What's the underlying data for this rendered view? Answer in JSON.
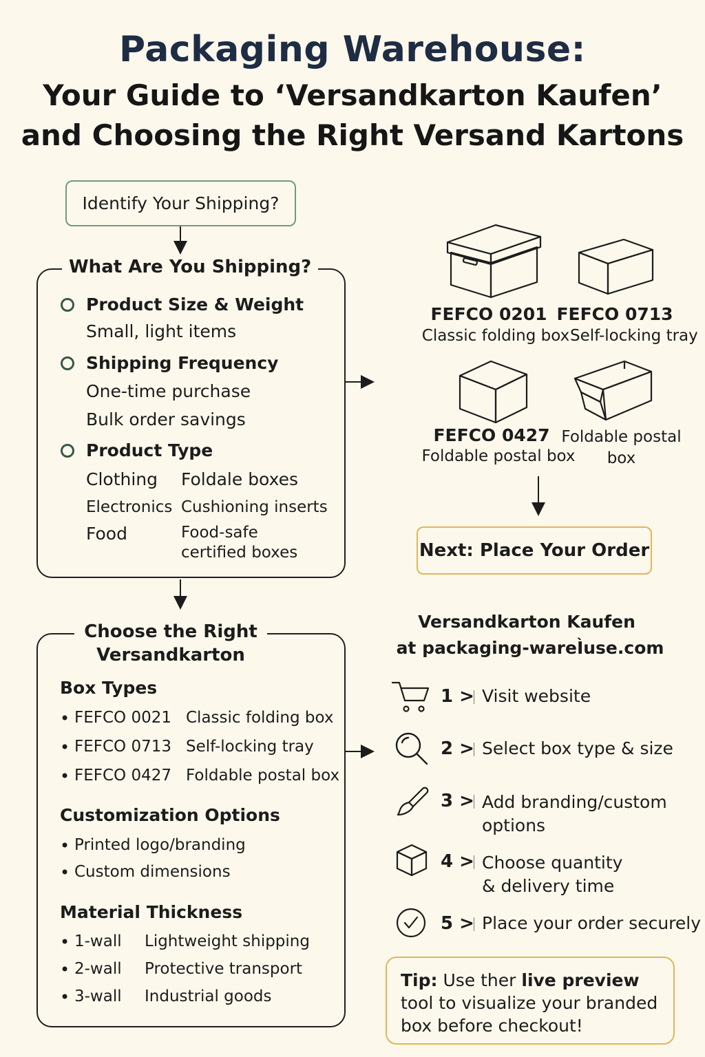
{
  "title": {
    "line1": "Packaging Warehouse:",
    "line2": "Your Guide to ‘Versandkarton Kaufen’",
    "line3": "and Choosing the Right Versand Kartons"
  },
  "start": {
    "label": "Identify Your Shipping?"
  },
  "shipping_panel": {
    "title": "What Are You Shipping?",
    "size_heading": "Product Size & Weight",
    "size_value": "Small, light items",
    "freq_heading": "Shipping Frequency",
    "freq_values": [
      "One-time purchase",
      "Bulk order savings"
    ],
    "type_heading": "Product Type",
    "type_rows": [
      {
        "product": "Clothing",
        "box": "Foldale boxes"
      },
      {
        "product": "Electronics",
        "box": "Cushioning inserts"
      },
      {
        "product": "Food",
        "box": "Food-safe\ncertified boxes"
      }
    ]
  },
  "box_gallery": [
    {
      "code": "FEFCO 0201",
      "desc": "Classic folding box",
      "icon": "lidded-box-icon"
    },
    {
      "code": "FEFCO 0713",
      "desc": "Self-locking tray",
      "icon": "closed-box-icon"
    },
    {
      "code": "FEFCO 0427",
      "desc": "Foldable postal box",
      "icon": "cube-box-icon"
    },
    {
      "code": "",
      "desc": "Foldable postal\nbox",
      "icon": "open-box-icon"
    }
  ],
  "next": {
    "label": "Next: Place Your Order"
  },
  "choose_panel": {
    "title_line1": "Choose the Right",
    "title_line2": "Versandkarton",
    "box_types_heading": "Box Types",
    "box_types": [
      {
        "code": "FEFCO 0021",
        "desc": "Classic folding box"
      },
      {
        "code": "FEFCO 0713",
        "desc": "Self-locking tray"
      },
      {
        "code": "FEFCO 0427",
        "desc": "Foldable postal box"
      }
    ],
    "custom_heading": "Customization Options",
    "custom_items": [
      "Printed logo/branding",
      "Custom dimensions"
    ],
    "material_heading": "Material Thickness",
    "materials": [
      {
        "wall": "1-wall",
        "use": "Lightweight shipping"
      },
      {
        "wall": "2-wall",
        "use": "Protective transport"
      },
      {
        "wall": "3-wall",
        "use": "Industrial goods"
      }
    ]
  },
  "order": {
    "title_line1": "Versandkarton Kaufen",
    "title_line2": "at packaging-wareÌuse.com",
    "steps": [
      {
        "num": "1 >",
        "text": "Visit website",
        "icon": "cart-icon"
      },
      {
        "num": "2 >",
        "text": "Select box type & size",
        "icon": "search-icon"
      },
      {
        "num": "3 >",
        "text": "Add branding/custom\noptions",
        "icon": "brush-icon"
      },
      {
        "num": "4 >",
        "text": "Choose quantity\n& delivery time",
        "icon": "box-icon"
      },
      {
        "num": "5 >",
        "text": "Place your order securely",
        "icon": "check-circle-icon"
      }
    ]
  },
  "tip": {
    "label": "Tip:",
    "pre": " Use ther ",
    "emph": "live preview",
    "post": " tool to visualize your branded box before checkout!"
  },
  "colors": {
    "background": "#fcf8ec",
    "title": "#1e2c44",
    "green_border": "#6f9a83",
    "gold_border": "#e2b65a"
  }
}
